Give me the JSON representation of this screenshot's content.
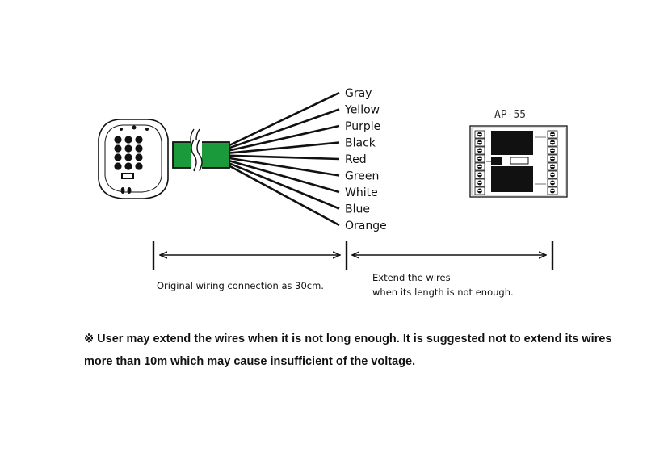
{
  "wires": {
    "labels": [
      "Gray",
      "Yellow",
      "Purple",
      "Black",
      "Red",
      "Green",
      "White",
      "Blue",
      "Orange"
    ]
  },
  "controller": {
    "label": "AP-55"
  },
  "dimensions": {
    "original_text": "Original wiring connection as 30cm.",
    "extend_line1": "Extend the wires",
    "extend_line2": "when its length is not enough."
  },
  "note": {
    "text": "※ User may extend the wires when it is not long enough. It is suggested not to extend its wires more than 10m which may cause insufficient of the voltage."
  },
  "colors": {
    "cable": "#1a9a3a",
    "ink": "#111111"
  }
}
